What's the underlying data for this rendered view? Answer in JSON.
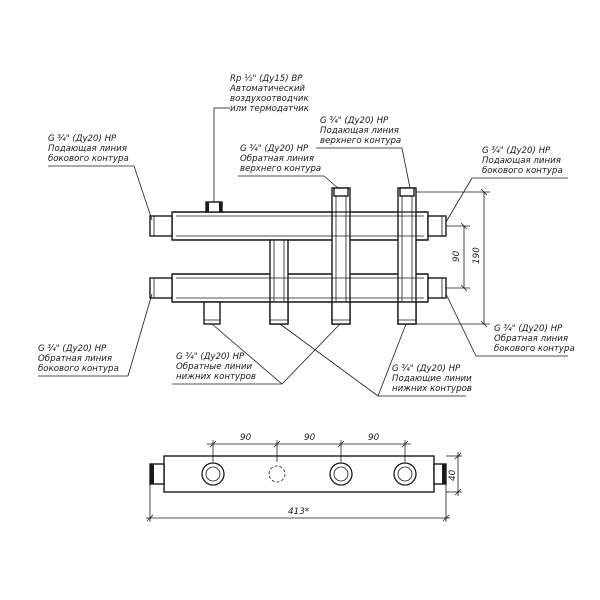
{
  "labels": {
    "air_vent": [
      "Rp ½\" (Ду15) ВР",
      "Автоматический",
      "воздухоотводчик",
      "или термодатчик"
    ],
    "supply_upper": [
      "G ¾\" (Ду20) НР",
      "Подающая линия",
      "верхнего контура"
    ],
    "return_upper": [
      "G ¾\" (Ду20) НР",
      "Обратная линия",
      "верхнего контура"
    ],
    "supply_side_left": [
      "G ¾\" (Ду20) НР",
      "Подающая линия",
      "бокового контура"
    ],
    "supply_side_right": [
      "G ¾\" (Ду20) НР",
      "Подающая линия",
      "бокового контура"
    ],
    "return_side_left": [
      "G ¾\" (Ду20) НР",
      "Обратная линия",
      "бокового контура"
    ],
    "return_side_right": [
      "G ¾\" (Ду20) НР",
      "Обратная линия",
      "бокового контура"
    ],
    "return_lower": [
      "G ¾\" (Ду20) НР",
      "Обратные линии",
      "нижних контуров"
    ],
    "supply_lower": [
      "G ¾\" (Ду20) НР",
      "Подающие линии",
      "нижних контуров"
    ]
  },
  "dimensions": {
    "spacing_inner": "90",
    "spacing_outer": "190",
    "pitch_1": "90",
    "pitch_2": "90",
    "pitch_3": "90",
    "height": "40",
    "length": "413*"
  }
}
